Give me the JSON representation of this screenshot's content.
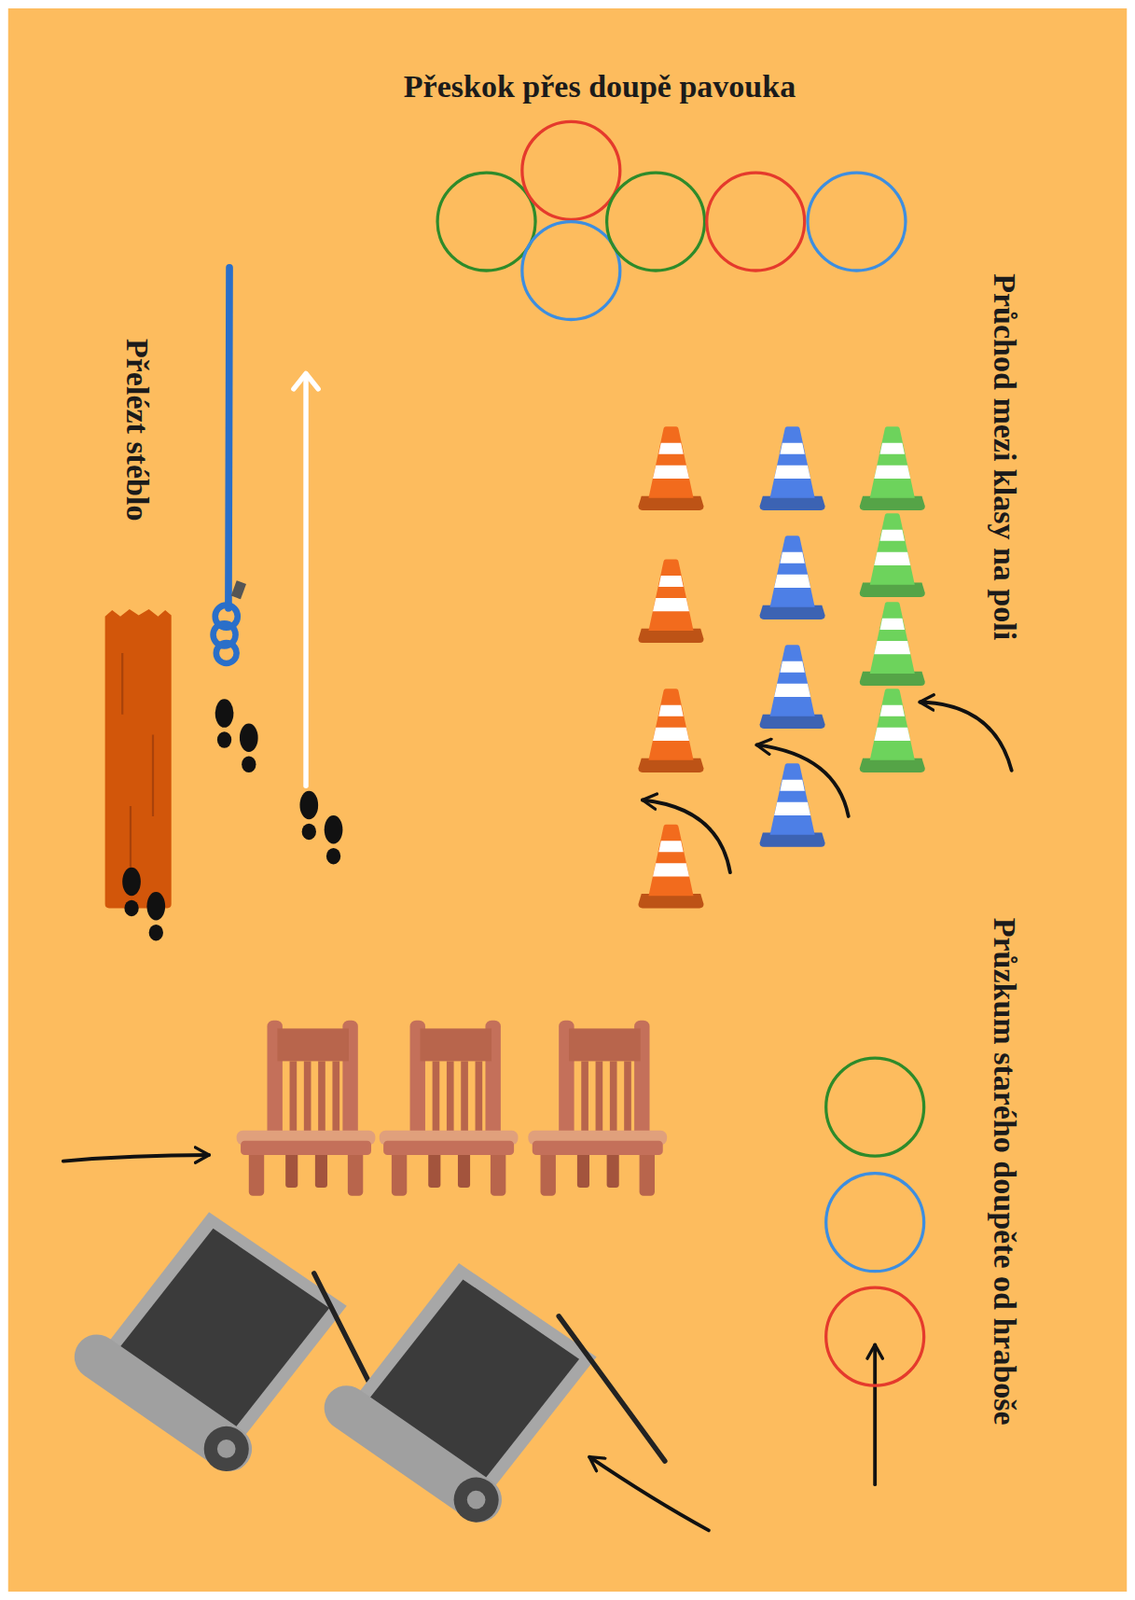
{
  "diagram": {
    "labels": [
      "Přeskok přes doupě pavouka",
      "Průchod mezi klasy na poli",
      "Průzkum starého doupěte od hraboše",
      "Přelézt stéblo"
    ]
  }
}
